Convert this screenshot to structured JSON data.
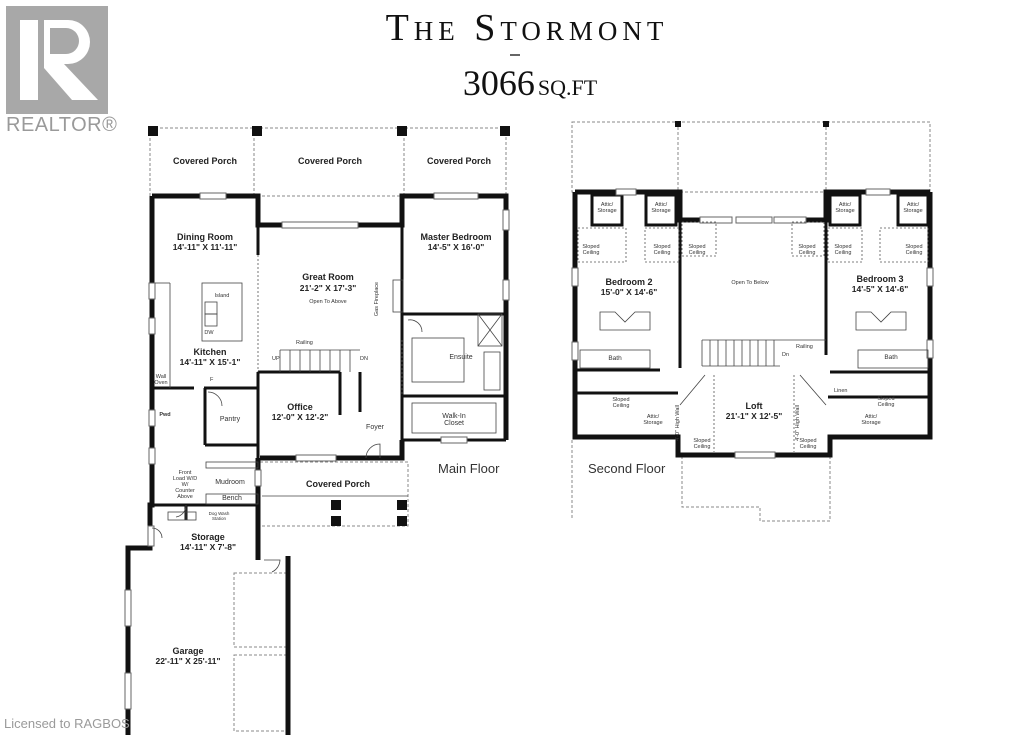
{
  "header": {
    "title": "The Stormont",
    "area_value": "3066",
    "area_unit": "SQ.FT"
  },
  "branding": {
    "realtor_logo_text": "REALTOR®",
    "license_text": "Licensed to RAGBOS"
  },
  "main_floor": {
    "label": "Main Floor",
    "rooms": [
      {
        "name": "Covered Porch",
        "dims": ""
      },
      {
        "name": "Covered Porch",
        "dims": ""
      },
      {
        "name": "Covered Porch",
        "dims": ""
      },
      {
        "name": "Dining Room",
        "dims": "14'-11\" X 11'-11\""
      },
      {
        "name": "Great Room",
        "dims": "21'-2\" X 17'-3\""
      },
      {
        "name": "Master Bedroom",
        "dims": "14'-5\" X 16'-0\""
      },
      {
        "name": "Kitchen",
        "dims": "14'-11\" X 15'-1\""
      },
      {
        "name": "Office",
        "dims": "12'-0\" X 12'-2\""
      },
      {
        "name": "Covered Porch",
        "dims": ""
      },
      {
        "name": "Storage",
        "dims": "14'-11\" X 7'-8\""
      },
      {
        "name": "Garage",
        "dims": "22'-11\" X 25'-11\""
      }
    ],
    "notes": {
      "open_to_above": "Open To Above",
      "gas_fireplace": "Gas Fireplace",
      "island": "Island",
      "dw": "DW",
      "railing": "Railing",
      "up": "UP",
      "dn": "DN",
      "wall_oven": "Wall Oven",
      "fridge": "F",
      "pwd": "Pwd",
      "pantry": "Pantry",
      "foyer": "Foyer",
      "ensuite": "Ensuite",
      "walk_in_closet": "Walk-In Closet",
      "mudroom": "Mudroom",
      "bench": "Bench",
      "front_load": "Front Load W/D W/ Counter Above",
      "dog_wash": "Dog Wash Station"
    }
  },
  "second_floor": {
    "label": "Second Floor",
    "rooms": [
      {
        "name": "Bedroom 2",
        "dims": "15'-0\" X 14'-6\""
      },
      {
        "name": "Bedroom 3",
        "dims": "14'-5\" X 14'-6\""
      },
      {
        "name": "Loft",
        "dims": "21'-1\" X 12'-5\""
      }
    ],
    "notes": {
      "open_to_below": "Open To Below",
      "attic_storage": "Attic/ Storage",
      "sloped_ceiling": "Sloped Ceiling",
      "bath": "Bath",
      "linen": "Linen",
      "railing": "Railing",
      "dn": "Dn",
      "high_wall": "4'-0\" High Wall"
    }
  }
}
